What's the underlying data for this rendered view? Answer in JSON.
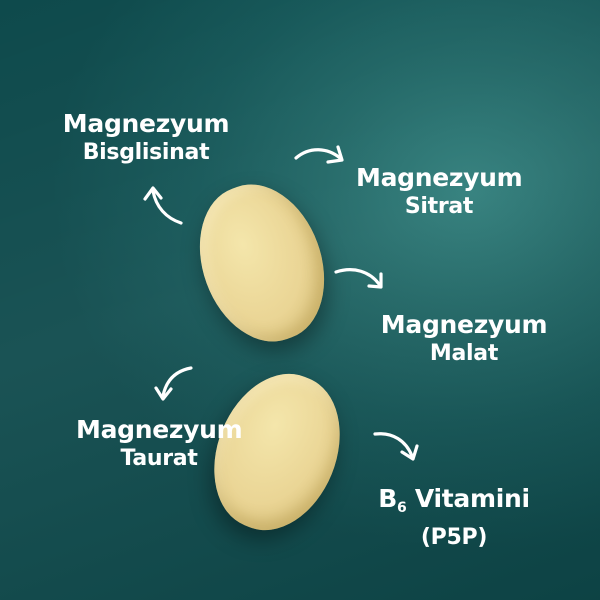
{
  "labels": {
    "bisglisinat": {
      "line1": "Magnezyum",
      "line2": "Bisglisinat"
    },
    "sitrat": {
      "line1": "Magnezyum",
      "line2": "Sitrat"
    },
    "malat": {
      "line1": "Magnezyum",
      "line2": "Malat"
    },
    "taurat": {
      "line1": "Magnezyum",
      "line2": "Taurat"
    },
    "b6": {
      "prefix": "B",
      "subscript": "6",
      "rest": " Vitamini",
      "line2": "(P5P)"
    }
  },
  "colors": {
    "background": "#145657",
    "pill": "#ead595",
    "text": "#ffffff"
  },
  "icons": [
    "curved-arrow-icon"
  ]
}
